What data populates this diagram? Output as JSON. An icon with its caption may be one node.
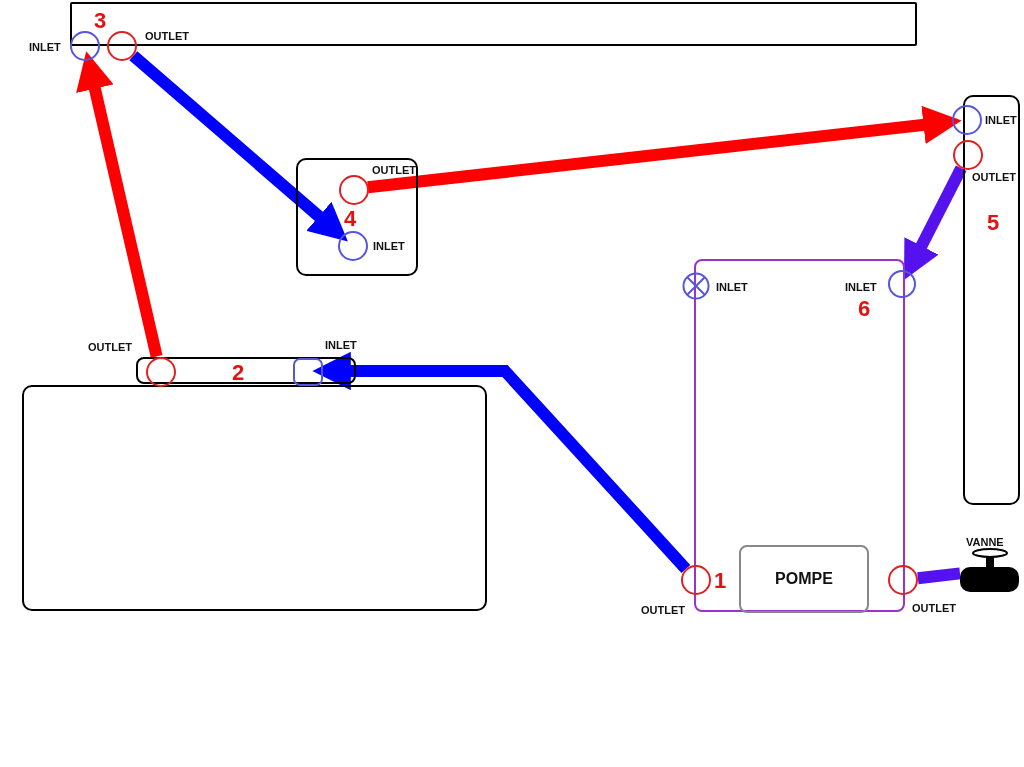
{
  "diagram": {
    "nodes": [
      {
        "text": [
          "3"
        ]
      },
      {
        "text": [],
        "shape": "circle",
        "beside": [
          "INLET"
        ]
      },
      {
        "text": [],
        "shape": "circle"
      },
      {
        "text": [
          "4"
        ]
      },
      {
        "text": [],
        "shape": "circle",
        "beside": [
          "OUTLET"
        ],
        "in": 3
      },
      {
        "text": [],
        "shape": "circle",
        "beside": [
          "INLET"
        ],
        "in": 3
      },
      {
        "text": [
          "5"
        ]
      },
      {
        "text": [],
        "shape": "circle",
        "beside": [
          "INLET"
        ]
      },
      {
        "text": [],
        "shape": "circle",
        "beside": [
          "OUTLET"
        ]
      },
      {
        "text": [
          "6"
        ]
      },
      {
        "text": [],
        "shape": "circle",
        "beside": [
          "INLET"
        ]
      },
      {
        "text": [],
        "shape": "circle",
        "beside": [
          "INLET"
        ]
      },
      {
        "text": [],
        "shape": "circle",
        "beside": [
          "1",
          "OUTLET"
        ]
      },
      {
        "text": [
          "POMPE"
        ],
        "in": 9
      },
      {
        "text": [],
        "shape": "circle",
        "beside": [
          "OUTLET"
        ]
      },
      {
        "text": [],
        "shape": "valve",
        "beside": [
          "VANNE"
        ]
      },
      {
        "text": [],
        "shape": "box"
      },
      {
        "text": [
          "2"
        ]
      },
      {
        "text": [],
        "shape": "circle",
        "in": 17
      },
      {
        "text": [],
        "shape": "box",
        "beside": [
          "INLET"
        ],
        "in": 17
      }
    ],
    "labels": [
      "OUTLET",
      "OUTLET"
    ],
    "edges": [
      {
        "from": 18,
        "to": 1,
        "arrow": "to",
        "color": "#ff0000"
      },
      {
        "from": 2,
        "to": 5,
        "arrow": "to",
        "color": "#0000ff"
      },
      {
        "from": 4,
        "to": 7,
        "arrow": "to",
        "color": "#ff0000"
      },
      {
        "from": 8,
        "to": 11,
        "arrow": "to",
        "color": "#5511ee"
      },
      {
        "from": 12,
        "to": 19,
        "arrow": "to",
        "color": "#0000ff"
      },
      {
        "from": 14,
        "to": 15,
        "arrow": "none",
        "color": "#5511ee"
      }
    ]
  }
}
